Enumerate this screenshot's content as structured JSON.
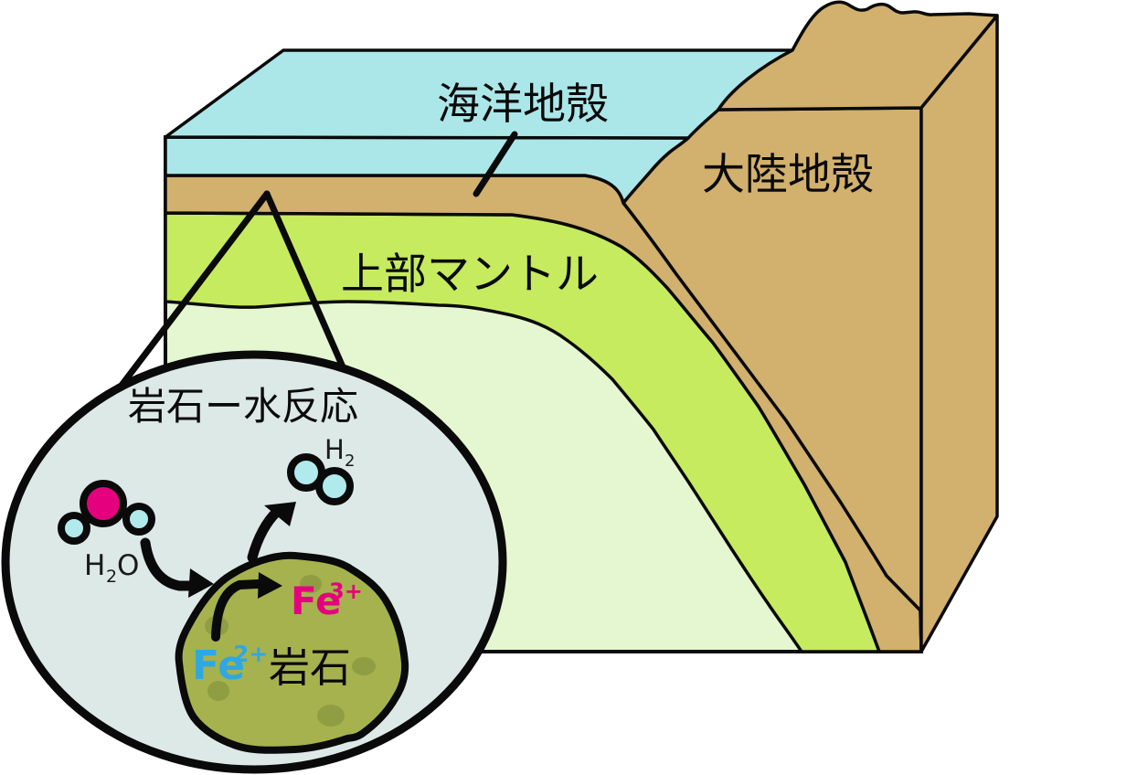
{
  "diagram": {
    "labels": {
      "ocean_crust": "海洋地殻",
      "continental_crust": "大陸地殻",
      "upper_mantle": "上部マントル"
    },
    "inset": {
      "title": "岩石ー水反応",
      "rock_label": "岩石",
      "h2o": {
        "h": "H",
        "sub": "2",
        "o": "O"
      },
      "h2": {
        "h": "H",
        "sub": "2"
      },
      "fe2": {
        "base": "Fe",
        "sup": "2+"
      },
      "fe3": {
        "base": "Fe",
        "sup": "3+"
      }
    },
    "colors": {
      "ocean": "#ABE7E9",
      "crust_tan": "#D2B06D",
      "mantle_green": "#C6EB5E",
      "deep_mantle_pale": "#E4F7D0",
      "inset_bg": "#DDE9E7",
      "rock_olive": "#A6B24D",
      "rock_spot": "#8F9E43",
      "magenta_pink": "#E5007E",
      "molecule_cyan": "#B0EAED",
      "fe2_blue": "#2FA8E1",
      "outline_black": "#0A0A0A"
    }
  }
}
